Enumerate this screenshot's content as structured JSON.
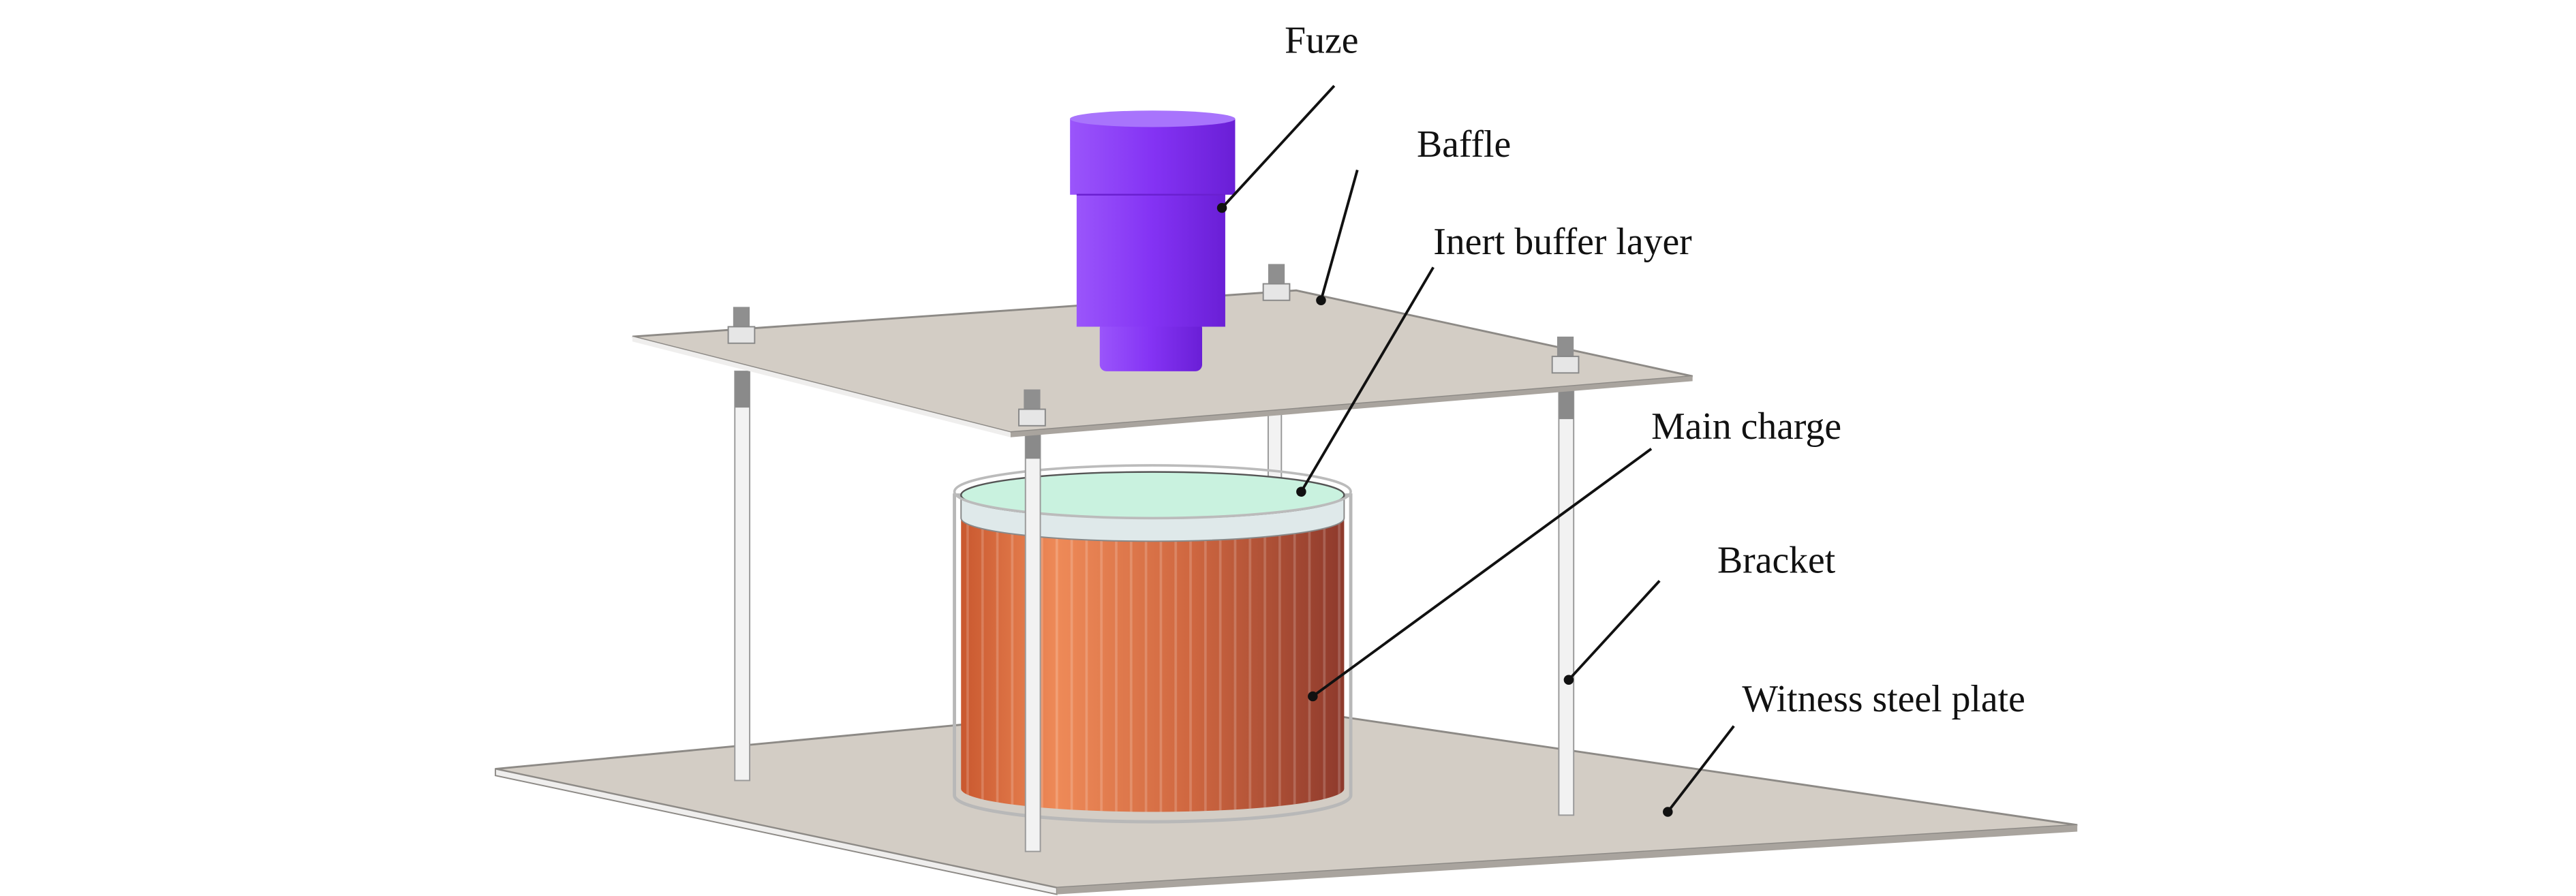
{
  "labels": {
    "fuze": "Fuze",
    "baffle": "Baffle",
    "inert_buffer_layer": "Inert buffer layer",
    "main_charge": "Main charge",
    "bracket": "Bracket",
    "witness_steel_plate": "Witness steel plate"
  },
  "colors": {
    "fuze": "#8b3cf6",
    "plate": "#d3cdc5",
    "charge": "#d5693e",
    "buffer": "#c9f2df",
    "rod": "#f2f2f2"
  }
}
